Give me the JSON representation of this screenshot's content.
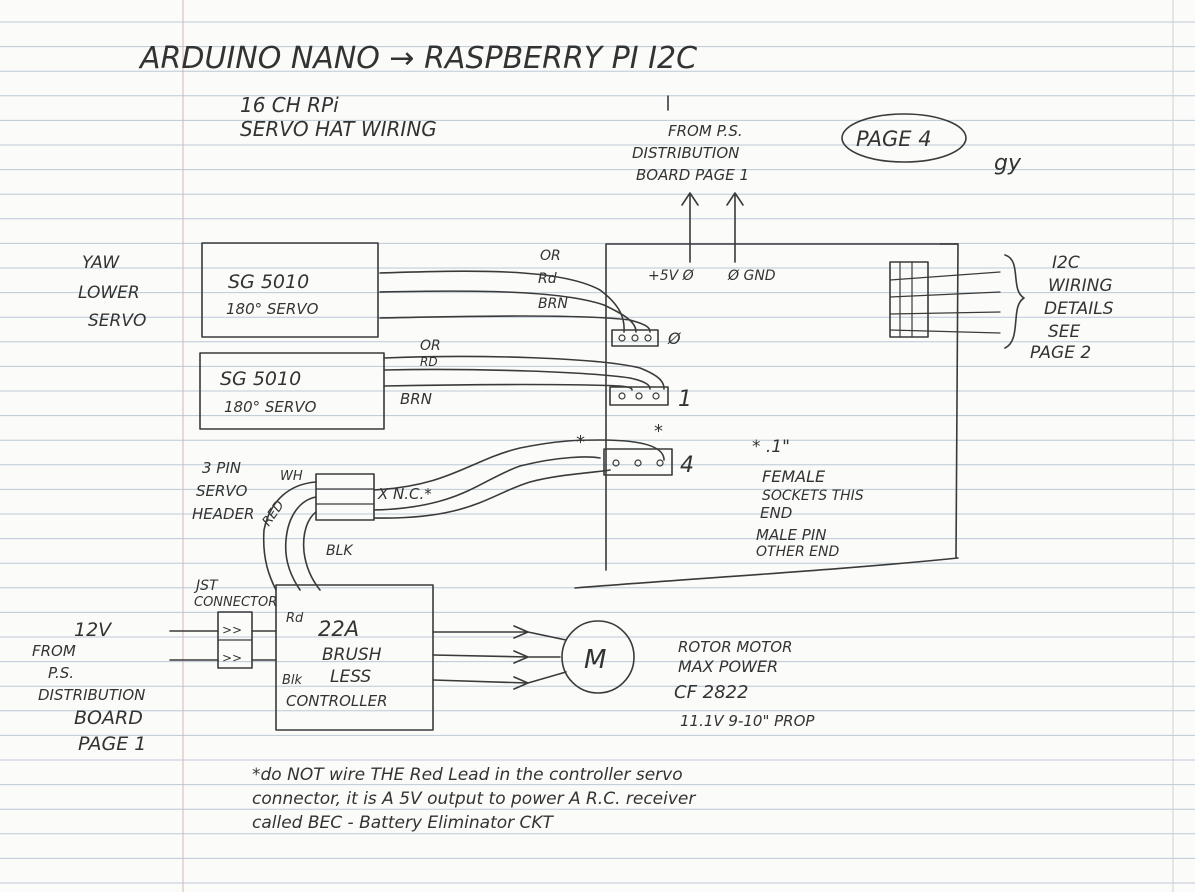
{
  "title": "ARDUINO NANO → RASPBERRY PI I2C",
  "subtitle": [
    "16 CH RPi",
    "SERVO HAT WIRING"
  ],
  "page_badge": "PAGE 4",
  "initials": "gy",
  "from_ps": [
    "FROM P.S.",
    "DISTRIBUTION",
    "BOARD PAGE 1"
  ],
  "hat": {
    "plus5v": "+5V Ø",
    "gnd": "Ø GND",
    "ch0": "Ø",
    "ch1": "1",
    "ch4": "4",
    "i2c_note": [
      "I2C",
      "WIRING",
      "DETAILS",
      "SEE",
      "PAGE 2"
    ]
  },
  "servo_upper": {
    "side_label": [
      "YAW",
      "LOWER",
      "SERVO"
    ],
    "model": "SG 5010",
    "type": "180° SERVO",
    "wires": [
      "OR",
      "Rd",
      "BRN"
    ]
  },
  "servo_lower": {
    "model": "SG 5010",
    "type": "180° SERVO",
    "wires": [
      "OR",
      "RD",
      "BRN"
    ]
  },
  "header": {
    "label": [
      "3 PIN",
      "SERVO",
      "HEADER"
    ],
    "wh": "WH",
    "red": "RED",
    "blk": "BLK",
    "xnc": "X N.C.*",
    "star": "*"
  },
  "sockets_note": [
    "* .1\"",
    "FEMALE",
    "SOCKETS THIS",
    "END",
    "MALE PIN",
    "OTHER END"
  ],
  "jst": [
    "JST",
    "CONNECTOR"
  ],
  "controller": {
    "rd": "Rd",
    "blk": "Blk",
    "lines": [
      "22A",
      "BRUSH",
      "LESS",
      "CONTROLLER"
    ]
  },
  "power_in": {
    "volts": "12V",
    "label": [
      "FROM",
      "P.S.",
      "DISTRIBUTION",
      "BOARD",
      "PAGE 1"
    ]
  },
  "motor": {
    "symbol": "M",
    "label": [
      "ROTOR MOTOR",
      "MAX POWER",
      "CF 2822",
      "11.1V   9-10\" PROP"
    ]
  },
  "footnote": [
    "*do NOT wire THE Red Lead in the controller servo",
    "connector, it is A 5V output to power A R.C. receiver",
    "called BEC - Battery Eliminator CKT"
  ]
}
